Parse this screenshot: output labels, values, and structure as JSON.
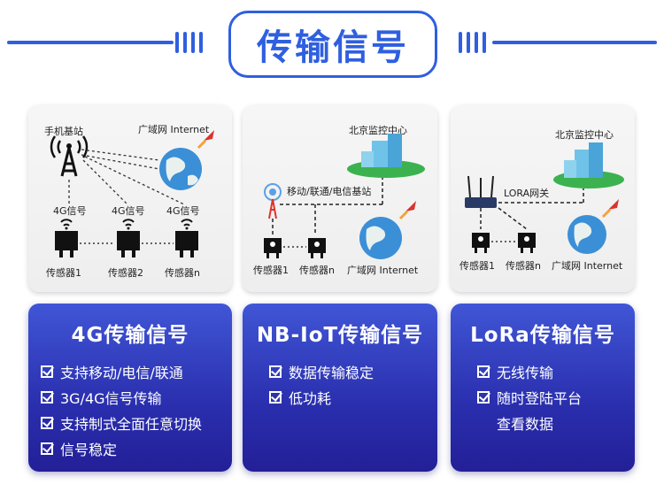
{
  "header": {
    "title": "传输信号"
  },
  "panels": [
    {
      "labels": {
        "tower": "手机基站",
        "internet": "广域网 Internet",
        "signal1": "4G信号",
        "signal2": "4G信号",
        "signal3": "4G信号",
        "sensor1": "传感器1",
        "sensor2": "传感器2",
        "sensorn": "传感器n"
      }
    },
    {
      "labels": {
        "center": "北京监控中心",
        "station": "移动/联通/电信基站",
        "sensor1": "传感器1",
        "sensorn": "传感器n",
        "internet": "广域网 Internet"
      }
    },
    {
      "labels": {
        "center": "北京监控中心",
        "gateway": "LORA网关",
        "sensor1": "传感器1",
        "sensorn": "传感器n",
        "internet": "广域网 Internet"
      }
    }
  ],
  "cards": [
    {
      "title": "4G传输信号",
      "features": [
        "支持移动/电信/联通",
        "3G/4G信号传输",
        "支持制式全面任意切换",
        "信号稳定"
      ]
    },
    {
      "title": "NB-IoT传输信号",
      "features": [
        "数据传输稳定",
        "低功耗"
      ]
    },
    {
      "title": "LoRa传输信号",
      "features": [
        "无线传输",
        "随时登陆平台"
      ],
      "continuation": "查看数据"
    }
  ],
  "colors": {
    "accent": "#2f5fe0",
    "card_top": "#4056d6",
    "card_bottom": "#231f97"
  }
}
